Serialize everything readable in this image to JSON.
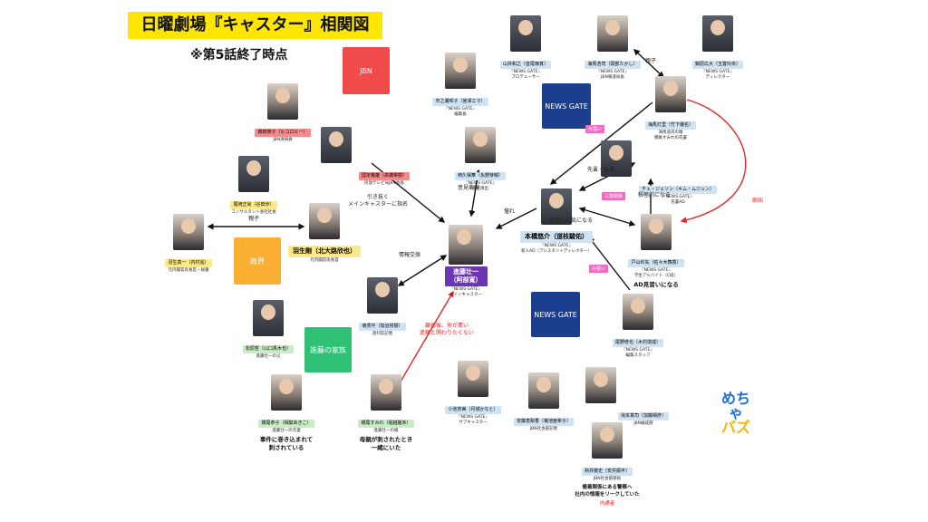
{
  "header": {
    "title": "日曜劇場『キャスター』相関図",
    "subtitle": "※第5話終了時点"
  },
  "groups": {
    "jbn": "JBN",
    "news_gate_top": "NEWS GATE",
    "news_gate_bottom": "NEWS GATE",
    "seikai": "政界",
    "shindo_family": "進藤の家族"
  },
  "people": {
    "yamai": {
      "tag": "山井和之（音尾琢真）",
      "desc": "『NEWS GATE』\nプロデューサー"
    },
    "kaibashiro": {
      "tag": "海馬浩司（岡部たかし）",
      "desc": "『NEWS GATE』\nJBN報道局長"
    },
    "kakura": {
      "tag": "鍋原広大（玉置玲央）",
      "desc": "『NEWS GATE』\nディレクター"
    },
    "ichinose": {
      "tag": "市之瀬咲子（宮澤エマ）",
      "desc": "『NEWS GATE』\n編集長"
    },
    "nabeta": {
      "tag": "鍋田修子（ヒコロヒー）",
      "desc": "JBN清掃員"
    },
    "kunitomo": {
      "tag": "国定義雄（高橋英樹）",
      "desc": "民放テレビ局JBN会長"
    },
    "sakiku": {
      "tag": "崎久保華（永野芽郁）",
      "desc": "『NEWS GATE』\n総合演出"
    },
    "kaiba_tomoka": {
      "tag": "海馬灯里（竹下優名）",
      "desc": "海馬浩司の娘\n橋尾すみれの先輩"
    },
    "che": {
      "tag": "チェ・ジェソン（キム・ムジュン）",
      "desc": "『NEWS GATE』\n先輩AD"
    },
    "ozaki": {
      "tag": "尾崎正尚（谷田歩）",
      "desc": "コンサルタント会社社長"
    },
    "hanyu_shinichi": {
      "tag": "羽生真一（内村遥）",
      "desc": "元内閣官房長官・秘書"
    },
    "hanyu_tsuyoshi": {
      "tag": "羽生剛（北大路欣也）",
      "desc": "元内閣官房長官"
    },
    "hongo": {
      "tag": "本橋悠介（道枝駿佑）",
      "desc": "『NEWS GATE』\n新人AD（アシスタントディレクター）"
    },
    "toyama": {
      "tag": "戸山紗矢（佐々木舞香）",
      "desc": "『NEWS GATE』\n学生アルバイト（C班）",
      "note": "AD見習いになる"
    },
    "shindo": {
      "tag": "進藤壮一\n（阿部寛）",
      "desc": "『NEWS GATE』\nメインキャスター"
    },
    "minami": {
      "tag": "南亮平（加治将樹）",
      "desc": "週刊誌記者"
    },
    "matsubara": {
      "tag": "松原哲（山口馬木也）",
      "desc": "進藤壮一の父"
    },
    "ozono": {
      "tag": "尾野修也（木村達成）",
      "desc": "『NEWS GATE』\n編集スタッフ"
    },
    "hashio_kyoko": {
      "tag": "橋尾恭子（相築あきこ）",
      "desc": "進藤壮一の元妻",
      "note": "事件に巻き込まれて\n刺されている"
    },
    "hashio_sumire": {
      "tag": "橋尾すみれ（堀越麗禾）",
      "desc": "進藤壮一の娘",
      "note": "母親が刺されたとき\n一緒にいた"
    },
    "koike": {
      "tag": "小池奈美（月城かなと）",
      "desc": "『NEWS GATE』\nサブキャスター"
    },
    "ando": {
      "tag": "安藤恵梨香（菊池亜希子）",
      "desc": "JBN社会部記者"
    },
    "takimoto": {
      "tag": "滝本真司（加藤晴彦）",
      "desc": "JBN編成部"
    },
    "sakai": {
      "tag": "熟井徹史（安井順平）",
      "desc": "JBN社会部部長",
      "note": "癒着関係にある警察へ\n社内の情報をリークしていた",
      "note2": "内通者"
    }
  },
  "relations": {
    "oyako_top": "親子",
    "kataomoi_1": "片思い",
    "senpai_kohai": "先輩・後輩",
    "sankaku": "三角関係",
    "sekkyoku": "積極的になる",
    "shitto": "嫉妬",
    "hikinuku": "引き抜く\nメインキャスターに指名",
    "oyako_left": "親子",
    "iken": "意見衝突",
    "akogare": "憧れ",
    "otagai": "お互いに気になる",
    "joho": "情報交換",
    "kataomoi_2": "片思い",
    "rikon": "離婚後、仲が悪い\n進藤と関わりたくない"
  },
  "logo": {
    "line1": "めちゃ",
    "line2": "バズ"
  },
  "colors": {
    "red_arrow": "#e32828",
    "black_arrow": "#111111",
    "title_bg": "#ffe600",
    "jbn": "#f04a4a",
    "news_gate": "#1b3e8e",
    "seikai": "#fbb034",
    "family": "#2fc277",
    "shindo_tag": "#6b35b4"
  }
}
